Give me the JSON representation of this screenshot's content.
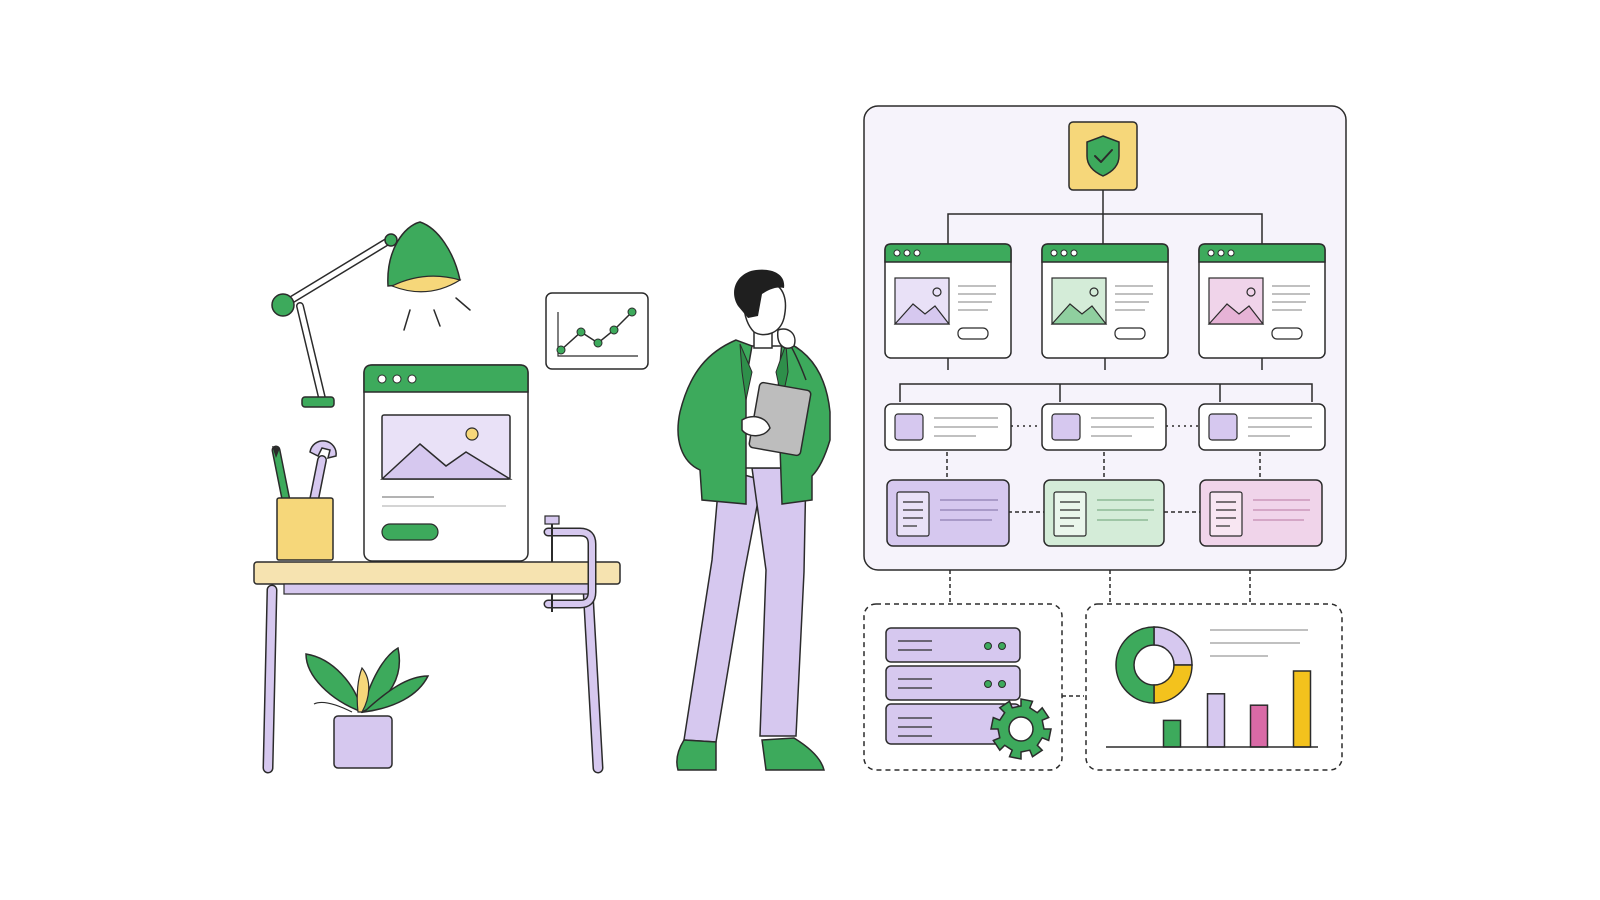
{
  "colors": {
    "green": "#3daa5c",
    "green_dark": "#2e8f4a",
    "lavender": "#d6c8ef",
    "lavender_soft": "#e9e1f7",
    "mint": "#d4ecd8",
    "pink": "#f0d4ea",
    "pink_strong": "#d96aa6",
    "yellow": "#f6d77a",
    "amber": "#f3c21d",
    "wood": "#f6e3b0",
    "outline": "#2b2b2b",
    "panel": "#f6f3fb"
  },
  "icons": {
    "security": "shield-check-icon",
    "settings": "gear-icon",
    "image": "image-icon",
    "document": "document-icon",
    "trend": "line-trend-icon"
  },
  "sections": {
    "workspace": "desk-workspace",
    "person": "person-with-tablet",
    "architecture": "hierarchy-diagram",
    "server": "server-stack",
    "analytics": "analytics-card"
  },
  "analytics": {
    "donut": [
      0.25,
      0.25,
      0.5
    ],
    "bars": [
      0.35,
      0.7,
      0.55,
      1.0
    ]
  }
}
